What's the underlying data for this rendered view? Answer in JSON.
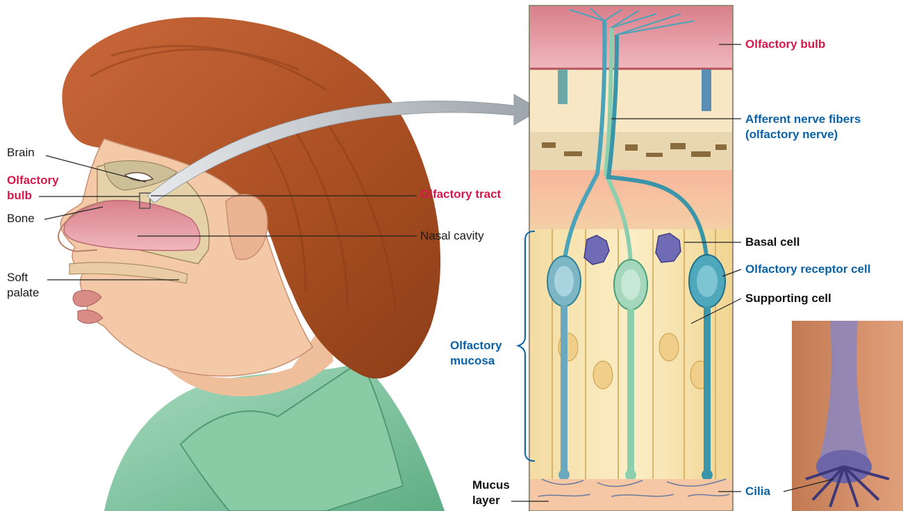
{
  "left_labels": {
    "brain": "Brain",
    "olfactory_bulb_line1": "Olfactory",
    "olfactory_bulb_line2": "bulb",
    "bone": "Bone",
    "soft_palate_line1": "Soft",
    "soft_palate_line2": "palate",
    "olfactory_tract": "Olfactory tract",
    "nasal_cavity": "Nasal cavity"
  },
  "right_labels": {
    "olfactory_bulb": "Olfactory bulb",
    "afferent_line1": "Afferent nerve fibers",
    "afferent_line2": "(olfactory nerve)",
    "basal_cell": "Basal cell",
    "olfactory_receptor_cell": "Olfactory receptor cell",
    "supporting_cell": "Supporting cell",
    "olfactory_mucosa_line1": "Olfactory",
    "olfactory_mucosa_line2": "mucosa",
    "mucus_line1": "Mucus",
    "mucus_line2": "layer",
    "cilia": "Cilia"
  },
  "colors": {
    "red_label": "#d6194a",
    "blue_label": "#0a62a8",
    "hair": "#b8582a",
    "skin": "#f3c9a8",
    "shirt": "#7cc39b",
    "nasal_pink": "#f0a0a8",
    "tissue_cream": "#f2e2b2",
    "receptor_blue": "#4aa3b8",
    "receptor_green": "#8ccfae",
    "basal_purple": "#6f6bb5"
  }
}
